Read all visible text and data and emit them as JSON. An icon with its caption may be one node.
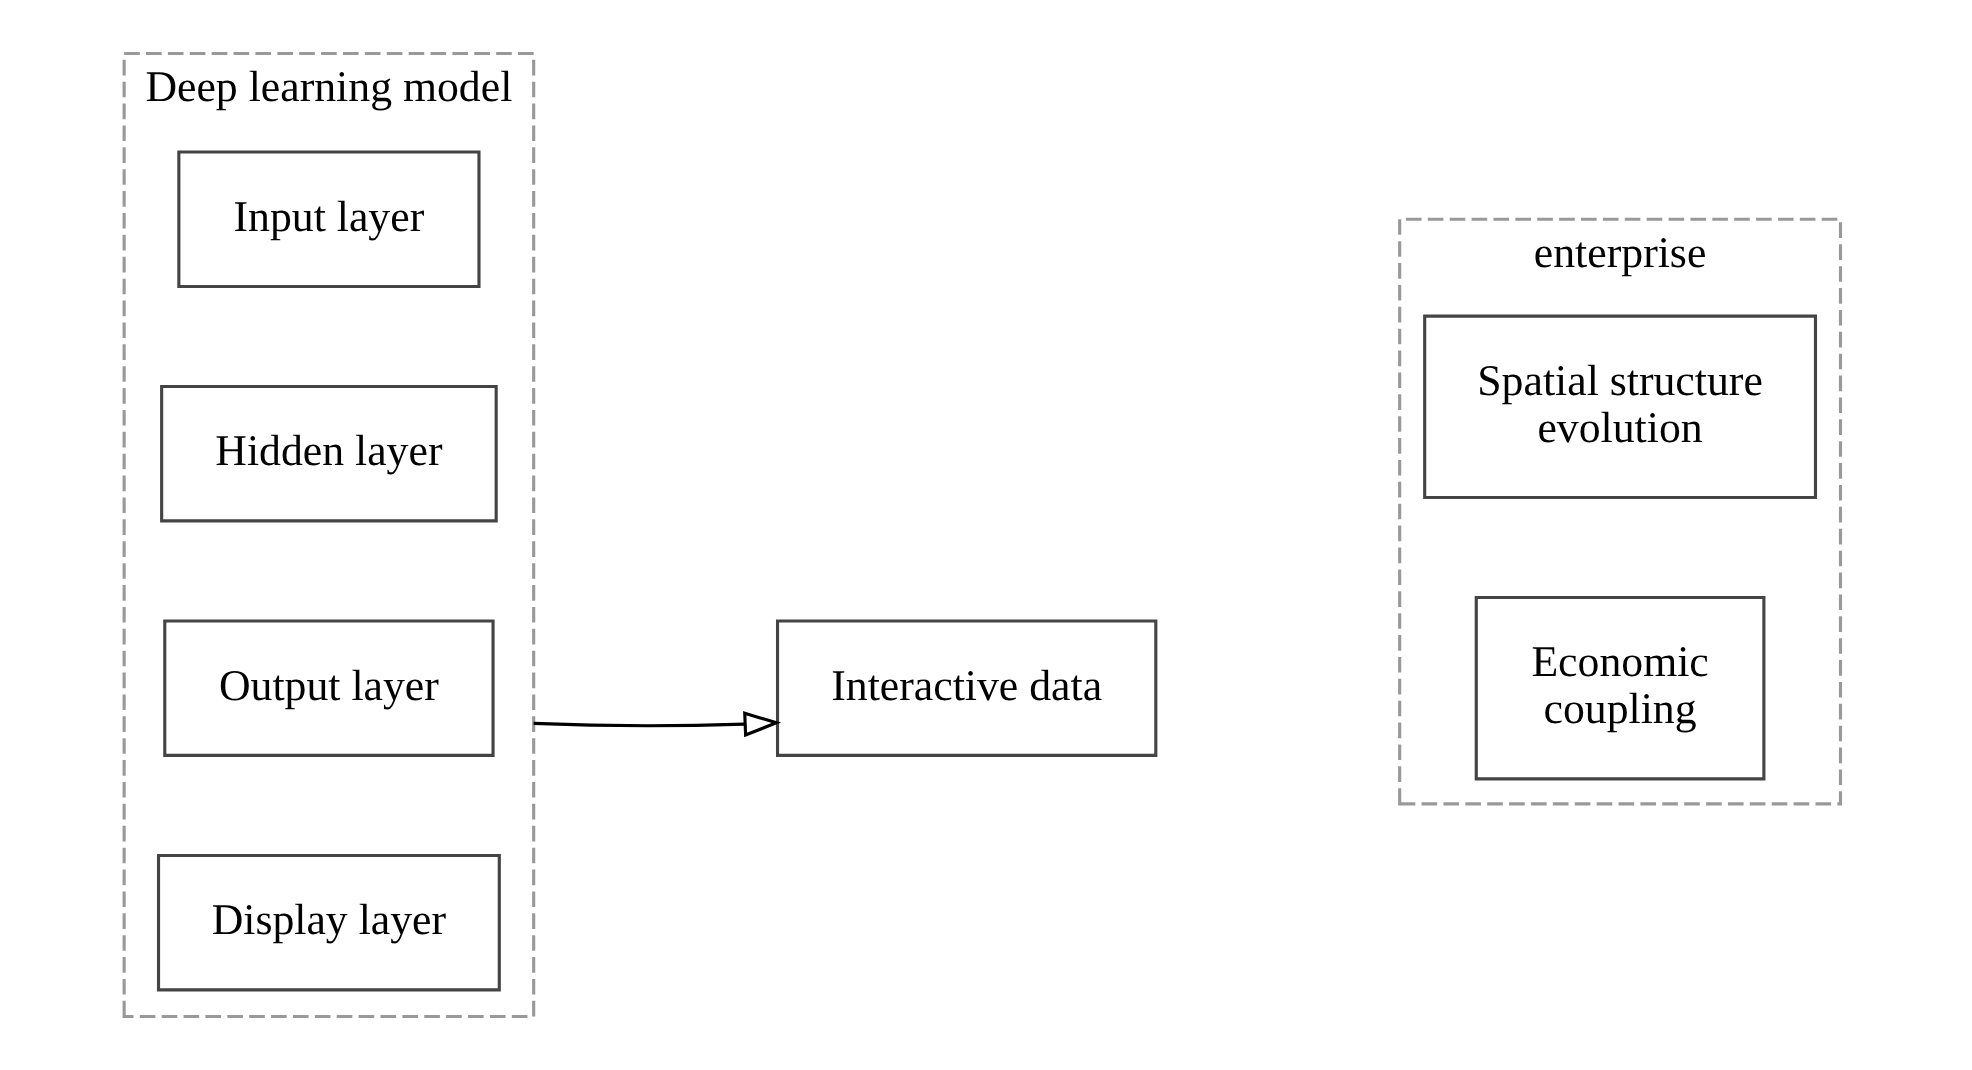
{
  "diagram": {
    "nodes": [
      {
        "text": [
          "Deep learning model"
        ]
      },
      {
        "text": [
          "Input layer"
        ],
        "in": 0
      },
      {
        "text": [
          "Hidden layer"
        ],
        "in": 0
      },
      {
        "text": [
          "Output layer"
        ],
        "in": 0
      },
      {
        "text": [
          "Display layer"
        ],
        "in": 0
      },
      {
        "text": [
          "Interactive data"
        ]
      },
      {
        "text": [
          "enterprise"
        ]
      },
      {
        "text": [
          "Spatial structure evolution"
        ],
        "in": 6
      },
      {
        "text": [
          "Economic coupling"
        ],
        "in": 6
      }
    ],
    "edges": [
      {
        "from": 0,
        "to": 5,
        "arrow": "to"
      }
    ]
  }
}
